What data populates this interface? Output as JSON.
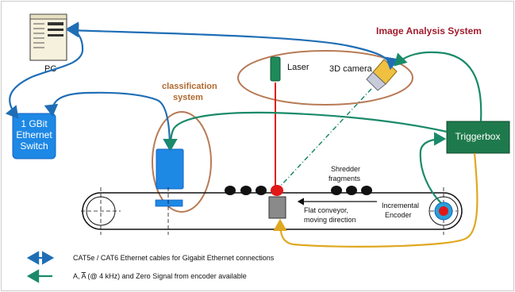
{
  "labels": {
    "pc": "PC",
    "image_analysis_system": "Image Analysis System",
    "laser": "Laser",
    "camera": "3D camera",
    "classification_line1": "classification",
    "classification_line2": "system",
    "switch_line1": "1 GBit",
    "switch_line2": "Ethernet",
    "switch_line3": "Switch",
    "triggerbox": "Triggerbox",
    "shredder_line1": "Shredder",
    "shredder_line2": "fragments",
    "conveyor_line1": "Flat conveyor,",
    "conveyor_line2": "moving direction",
    "encoder_line1": "Incremental",
    "encoder_line2": "Encoder"
  },
  "legend": {
    "ethernet": "CAT5e / CAT6  Ethernet cables for Gigabit Ethernet connections",
    "encoder_prefix": "A, ",
    "encoder_abar": "A",
    "encoder_suffix": "  (@ 4 kHz) and Zero Signal  from encoder available"
  },
  "colors": {
    "ethernet_cable": "#1f6eb5",
    "encoder_cable": "#1a8a6a",
    "trigger_cable": "#e0a820",
    "laser_beam": "#e01818",
    "highlight_ellipse": "#b87a55",
    "image_analysis_title": "#a01c2c",
    "classification_title": "#b06a30",
    "switch_fill": "#1e88e5",
    "triggerbox_fill": "#1e7a4c"
  }
}
